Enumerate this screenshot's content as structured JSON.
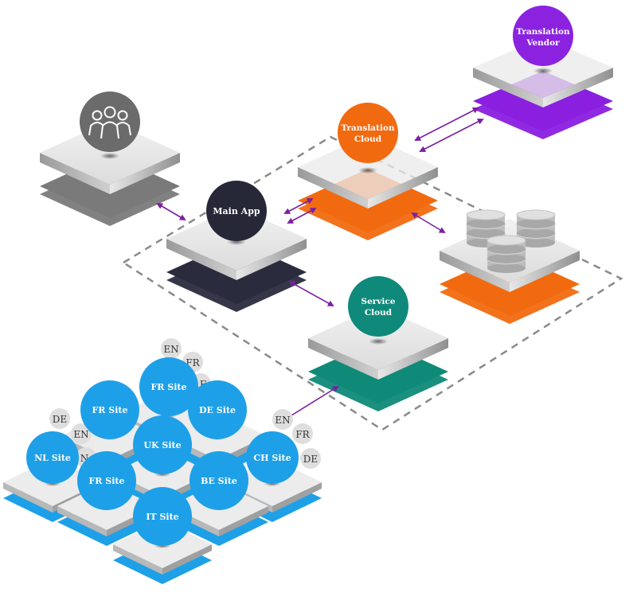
{
  "nodes": {
    "users": {
      "label": "",
      "icon": "users-group-icon",
      "color": "#6b6b6b",
      "base": "#7a7a7a"
    },
    "main_app": {
      "label": "Main App",
      "color": "#262838",
      "base": "#2a2c3e"
    },
    "translation_cloud": {
      "line1": "Translation",
      "line2": "Cloud",
      "color": "#f26a10",
      "base": "#f26a10"
    },
    "translation_vendor": {
      "line1": "Translation",
      "line2": "Vendor",
      "color": "#8b22e0",
      "base": "#8a1fe0"
    },
    "database": {
      "label": "",
      "icon": "database-stack-icon",
      "base": "#f26a10"
    },
    "service_cloud": {
      "line1": "Service",
      "line2": "Cloud",
      "color": "#0f8a7a",
      "base": "#0f8a78"
    }
  },
  "sites": {
    "fr_top": "FR Site",
    "fr_left": "FR Site",
    "de": "DE Site",
    "uk": "UK Site",
    "nl": "NL Site",
    "ch": "CH Site",
    "fr_mid": "FR Site",
    "be": "BE Site",
    "it": "IT Site"
  },
  "languages": {
    "top_en": "EN",
    "top_fr": "FR",
    "top_f_partial": "F",
    "left_de": "DE",
    "left_en": "EN",
    "left_n_partial": "N",
    "right_en": "EN",
    "right_fr": "FR",
    "right_de": "DE"
  },
  "colors": {
    "site_blue": "#1ea0e8",
    "plate_light": "#e6e6e6",
    "lang_bubble": "#dedede",
    "arrow": "#7b1fa2",
    "dash": "#8a8a8a"
  }
}
